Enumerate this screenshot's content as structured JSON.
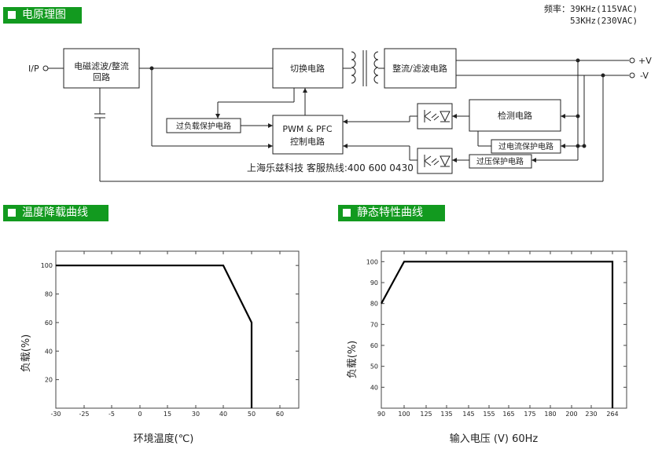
{
  "headers": {
    "schematic": "电原理图",
    "derating": "温度降载曲线",
    "static": "静态特性曲线"
  },
  "frequency": {
    "label": "频率：",
    "line1": "39KHz(115VAC)",
    "line2": "53KHz(230VAC)"
  },
  "diagram": {
    "input_label": "I/P",
    "block_emi": "电磁滤波/整流",
    "block_emi_2": "回路",
    "block_switch": "切换电路",
    "block_rectifier": "整流/滤波电路",
    "block_pwm_1": "PWM & PFC",
    "block_pwm_2": "控制电路",
    "block_overload": "过负载保护电路",
    "block_detect": "检测电路",
    "block_overcurrent": "过电流保护电路",
    "block_overvoltage": "过压保护电路",
    "out_pos": "+V",
    "out_neg": "-V",
    "contact": "上海乐兹科技 客服热线:400 600 0430"
  },
  "chart_data": [
    {
      "type": "line",
      "xlabel": "环境温度(℃)",
      "ylabel": "负载(%)",
      "x_ticks": [
        "-30",
        "-25",
        "-5",
        "0",
        "15",
        "30",
        "40",
        "50",
        "60"
      ],
      "y_ticks": [
        "100",
        "80",
        "60",
        "40",
        "20"
      ],
      "points": [
        [
          -30,
          100
        ],
        [
          40,
          100
        ],
        [
          50,
          60
        ],
        [
          50,
          0
        ]
      ]
    },
    {
      "type": "line",
      "xlabel": "输入电压 (V) 60Hz",
      "ylabel": "负载(%)",
      "x_ticks": [
        "90",
        "100",
        "125",
        "135",
        "145",
        "155",
        "165",
        "175",
        "180",
        "200",
        "230",
        "264"
      ],
      "y_ticks": [
        "100",
        "90",
        "80",
        "70",
        "60",
        "50",
        "40"
      ],
      "points": [
        [
          90,
          80
        ],
        [
          100,
          100
        ],
        [
          264,
          100
        ],
        [
          264,
          30
        ]
      ]
    }
  ]
}
